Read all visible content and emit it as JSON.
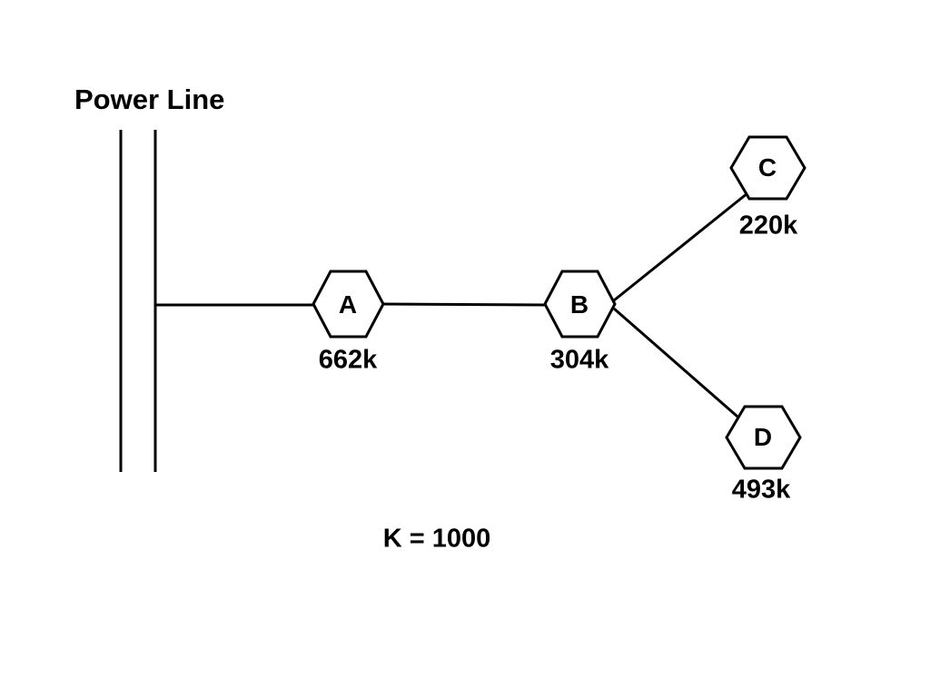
{
  "title": "Power Line",
  "legend": "K = 1000",
  "nodes": {
    "a": {
      "label": "A",
      "value": "662k"
    },
    "b": {
      "label": "B",
      "value": "304k"
    },
    "c": {
      "label": "C",
      "value": "220k"
    },
    "d": {
      "label": "D",
      "value": "493k"
    }
  },
  "edges": [
    "power-line to A",
    "A to B",
    "B to C",
    "B to D"
  ],
  "colors": {
    "line": "#000000",
    "background": "#ffffff"
  }
}
